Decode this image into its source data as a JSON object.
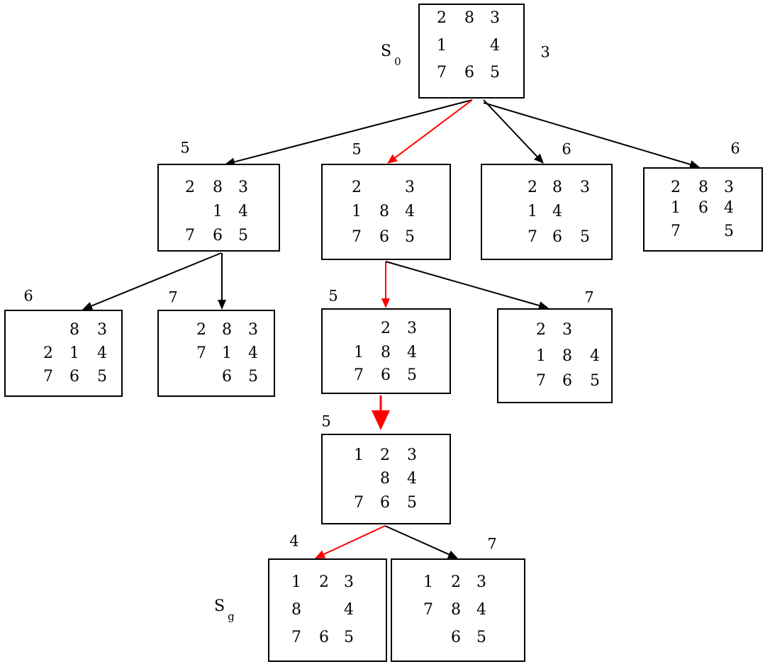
{
  "colors": {
    "edge": "#000000",
    "path": "#ff0000"
  },
  "labels": {
    "start": {
      "base": "S",
      "sub": "0"
    },
    "goal": {
      "base": "S",
      "sub": "g"
    }
  },
  "nodes": [
    {
      "id": "s0",
      "cost": "3",
      "tiles": [
        [
          "2",
          "8",
          "3"
        ],
        [
          "1",
          "",
          "4"
        ],
        [
          "7",
          "6",
          "5"
        ]
      ]
    },
    {
      "id": "n1a",
      "cost": "5",
      "tiles": [
        [
          "2",
          "8",
          "3"
        ],
        [
          "",
          "1",
          "4"
        ],
        [
          "7",
          "6",
          "5"
        ]
      ]
    },
    {
      "id": "n1b",
      "cost": "5",
      "tiles": [
        [
          "2",
          "",
          "3"
        ],
        [
          "1",
          "8",
          "4"
        ],
        [
          "7",
          "6",
          "5"
        ]
      ]
    },
    {
      "id": "n1c",
      "cost": "6",
      "tiles": [
        [
          "2",
          "8",
          "3"
        ],
        [
          "1",
          "4",
          ""
        ],
        [
          "7",
          "6",
          "5"
        ]
      ]
    },
    {
      "id": "n1d",
      "cost": "6",
      "tiles": [
        [
          "2",
          "8",
          "3"
        ],
        [
          "1",
          "6",
          "4"
        ],
        [
          "7",
          "",
          "5"
        ]
      ]
    },
    {
      "id": "n2a",
      "cost": "6",
      "tiles": [
        [
          "",
          "8",
          "3"
        ],
        [
          "2",
          "1",
          "4"
        ],
        [
          "7",
          "6",
          "5"
        ]
      ]
    },
    {
      "id": "n2b",
      "cost": "7",
      "tiles": [
        [
          "2",
          "8",
          "3"
        ],
        [
          "7",
          "1",
          "4"
        ],
        [
          "",
          "6",
          "5"
        ]
      ]
    },
    {
      "id": "n2c",
      "cost": "5",
      "tiles": [
        [
          "",
          "2",
          "3"
        ],
        [
          "1",
          "8",
          "4"
        ],
        [
          "7",
          "6",
          "5"
        ]
      ]
    },
    {
      "id": "n2d",
      "cost": "7",
      "tiles": [
        [
          "2",
          "3",
          ""
        ],
        [
          "1",
          "8",
          "4"
        ],
        [
          "7",
          "6",
          "5"
        ]
      ]
    },
    {
      "id": "n3",
      "cost": "5",
      "tiles": [
        [
          "1",
          "2",
          "3"
        ],
        [
          "",
          "8",
          "4"
        ],
        [
          "7",
          "6",
          "5"
        ]
      ]
    },
    {
      "id": "sg",
      "cost": "4",
      "tiles": [
        [
          "1",
          "2",
          "3"
        ],
        [
          "8",
          "",
          "4"
        ],
        [
          "7",
          "6",
          "5"
        ]
      ]
    },
    {
      "id": "n4b",
      "cost": "7",
      "tiles": [
        [
          "1",
          "2",
          "3"
        ],
        [
          "7",
          "8",
          "4"
        ],
        [
          "",
          "6",
          "5"
        ]
      ]
    }
  ],
  "edges": [
    {
      "from": "s0",
      "to": "n1a",
      "on_path": false
    },
    {
      "from": "s0",
      "to": "n1b",
      "on_path": true
    },
    {
      "from": "s0",
      "to": "n1c",
      "on_path": false
    },
    {
      "from": "s0",
      "to": "n1d",
      "on_path": false
    },
    {
      "from": "n1a",
      "to": "n2a",
      "on_path": false
    },
    {
      "from": "n1a",
      "to": "n2b",
      "on_path": false
    },
    {
      "from": "n1b",
      "to": "n2c",
      "on_path": true
    },
    {
      "from": "n1b",
      "to": "n2d",
      "on_path": false
    },
    {
      "from": "n2c",
      "to": "n3",
      "on_path": true
    },
    {
      "from": "n3",
      "to": "sg",
      "on_path": true
    },
    {
      "from": "n3",
      "to": "n4b",
      "on_path": false
    }
  ]
}
